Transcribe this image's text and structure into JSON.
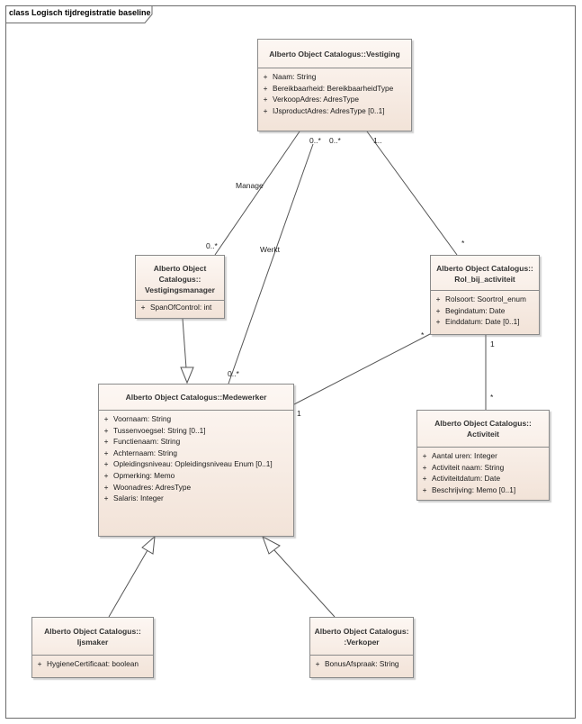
{
  "diagram": {
    "title": "class Logisch tijdregistratie baseline",
    "classes": {
      "vestiging": {
        "name": "Alberto Object Catalogus::Vestiging",
        "attributes": [
          {
            "vis": "+",
            "text": "Naam: String"
          },
          {
            "vis": "+",
            "text": "Bereikbaarheid: BereikbaarheidType"
          },
          {
            "vis": "+",
            "text": "VerkoopAdres: AdresType"
          },
          {
            "vis": "+",
            "text": "IJsproductAdres: AdresType [0..1]"
          }
        ]
      },
      "vestigingsmanager": {
        "name_lines": [
          "Alberto Object",
          "Catalogus::",
          "Vestigingsmanager"
        ],
        "attributes": [
          {
            "vis": "+",
            "text": "SpanOfControl: int"
          }
        ]
      },
      "rol": {
        "name_lines": [
          "Alberto Object Catalogus::",
          "Rol_bij_activiteit"
        ],
        "attributes": [
          {
            "vis": "+",
            "text": "Rolsoort: Soortrol_enum"
          },
          {
            "vis": "+",
            "text": "Begindatum: Date"
          },
          {
            "vis": "+",
            "text": "Einddatum: Date [0..1]"
          }
        ]
      },
      "medewerker": {
        "name": "Alberto Object Catalogus::Medewerker",
        "attributes": [
          {
            "vis": "+",
            "text": "Voornaam: String"
          },
          {
            "vis": "+",
            "text": "Tussenvoegsel: String [0..1]"
          },
          {
            "vis": "+",
            "text": "Functienaam: String"
          },
          {
            "vis": "+",
            "text": "Achternaam: String"
          },
          {
            "vis": "+",
            "text": "Opleidingsniveau: Opleidingsniveau Enum [0..1]"
          },
          {
            "vis": "+",
            "text": "Opmerking: Memo"
          },
          {
            "vis": "+",
            "text": "Woonadres: AdresType"
          },
          {
            "vis": "+",
            "text": "Salaris: Integer"
          }
        ]
      },
      "activiteit": {
        "name_lines": [
          "Alberto Object Catalogus::",
          "Activiteit"
        ],
        "attributes": [
          {
            "vis": "+",
            "text": "Aantal uren: Integer"
          },
          {
            "vis": "+",
            "text": "Activiteit naam: String"
          },
          {
            "vis": "+",
            "text": "Activiteitdatum: Date"
          },
          {
            "vis": "+",
            "text": "Beschrijving: Memo [0..1]"
          }
        ]
      },
      "ijsmaker": {
        "name_lines": [
          "Alberto Object Catalogus::",
          "Ijsmaker"
        ],
        "attributes": [
          {
            "vis": "+",
            "text": "HygieneCertificaat: boolean"
          }
        ]
      },
      "verkoper": {
        "name_lines": [
          "Alberto Object Catalogus:",
          ":Verkoper"
        ],
        "attributes": [
          {
            "vis": "+",
            "text": "BonusAfspraak: String"
          }
        ]
      }
    },
    "associations": {
      "manage": {
        "label": "Manage",
        "mult_source": "0..*",
        "mult_target": "0..*"
      },
      "werkt": {
        "label": "Werkt",
        "mult_source": "0..*",
        "mult_target": "0..*"
      },
      "vestiging_rol": {
        "mult_source": "1..",
        "mult_target": "*"
      },
      "rol_medewerker": {
        "mult_source": "*",
        "mult_target": "1"
      },
      "rol_activiteit": {
        "mult_source": "1",
        "mult_target": "*"
      }
    }
  }
}
